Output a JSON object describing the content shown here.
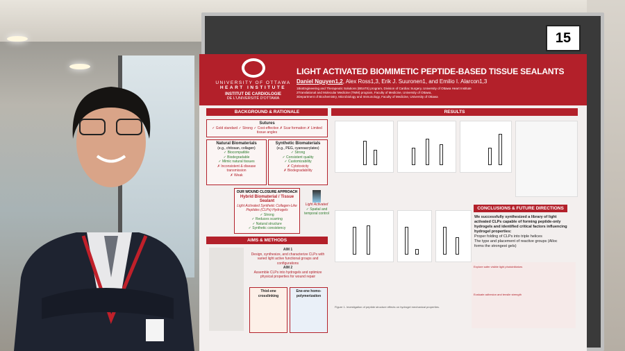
{
  "poster": {
    "number": "15",
    "logo": {
      "line1": "UNIVERSITY OF OTTAWA",
      "line2": "HEART INSTITUTE",
      "line3": "INSTITUT DE CARDIOLOGIE",
      "line4": "DE L'UNIVERSITÉ D'OTTAWA"
    },
    "title": "LIGHT ACTIVATED BIOMIMETIC PEPTIDE-BASED TISSUE SEALANTS",
    "authors": [
      "Daniel Nguyen1,2",
      ", Alex Ross1,3, Erik J. Suuronen1, and Emilio I. Alarcon1,3"
    ],
    "affiliations": [
      "1BioEngineering and Therapeutic Solutions (BEaTS) program, Division of Cardiac Surgery, University of Ottawa Heart Institute",
      "2Translational and Molecular Medicine (TMM) program, Faculty of Medicine, University of Ottawa,",
      "3Department of Biochemistry, Microbiology and Immunology, Faculty of Medicine, University of Ottawa"
    ],
    "sections": {
      "background": "BACKGROUND & RATIONALE",
      "aims": "AIMS & METHODS",
      "results": "RESULTS",
      "conclusions": "CONCLUSIONS & FUTURE DIRECTIONS"
    },
    "background": {
      "sutures_title": "Sutures",
      "sutures_text": "✓ Gold standard ✓ Strong ✓ Cost-effective ✗ Scar formation ✗ Limited tissue angles",
      "natural_title": "Natural Biomaterials",
      "natural_sub": "(e.g., chitosan, collagen)",
      "natural_items": [
        "✓ Biocompatible",
        "✓ Biodegradable",
        "✓ Mimic natural tissues",
        "✗ Inconsistent & disease transmission",
        "✗ Weak"
      ],
      "synthetic_title": "Synthetic Biomaterials",
      "synthetic_sub": "(e.g., PEG, cyanoacrylates)",
      "synthetic_items": [
        "✓ Strong",
        "✓ Consistent quality",
        "✓ Customizability",
        "✗ Cytotoxicity",
        "✗ Biodegradability"
      ],
      "approach_title": "OUR WOUND CLOSURE APPROACH",
      "approach_main": "Hybrid Biomaterial / Tissue Sealant",
      "approach_sub": "Light Activated Synthetic Collagen-Like Peptides (CLPs) Hydrogels",
      "approach_items": [
        "✓ Strong",
        "✓ Reduces scarring",
        "✓ Natural structure",
        "✓ Synthetic consistency"
      ],
      "light_label": "Light Activated",
      "light_items": [
        "✓ Spatial and temporal control"
      ]
    },
    "aims": {
      "aim1_title": "AIM 1",
      "aim1_text": "Design, synthesize, and characterize CLPs with varied light active functional groups and configurations",
      "aim2_title": "AIM 2",
      "aim2_text": "Assemble CLPs into hydrogels and optimize physical properties for wound repair",
      "crosslink1": "Thiol-ene crosslinking",
      "crosslink2": "Ene-ene homo-polymerization"
    },
    "conclusions": {
      "text": "We successfully synthesized a library of light activated CLPs capable of forming peptide-only hydrogels and identified critical factors influencing hydrogel properties:",
      "bullets": [
        "Proper folding of CLPs into triple helices",
        "The type and placement of reactive groups (Alloc forms the strongest gels)"
      ],
      "future1": "Explore safer visible light photoinitiators",
      "future2": "Evaluate adhesion and tensile strength"
    },
    "figure_caption": "Figure 1. Investigation of peptide structure effects on hydrogel mechanical properties.",
    "accent_color": "#b3202a"
  }
}
